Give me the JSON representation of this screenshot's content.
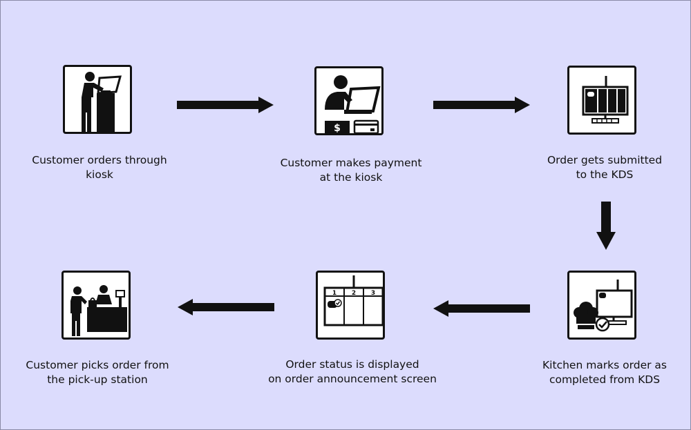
{
  "colors": {
    "background": "#dcdcfd",
    "ink": "#111111",
    "box_fill": "#ffffff"
  },
  "steps": [
    {
      "icon": "kiosk-user-icon",
      "caption": [
        "Customer orders through",
        "kiosk"
      ]
    },
    {
      "icon": "payment-icon",
      "caption": [
        "Customer makes payment",
        "at the kiosk"
      ]
    },
    {
      "icon": "kds-screen-icon",
      "caption": [
        "Order gets submitted",
        "to the KDS"
      ]
    },
    {
      "icon": "kitchen-complete-icon",
      "caption": [
        "Kitchen marks order as",
        "completed from KDS"
      ]
    },
    {
      "icon": "announcement-screen-icon",
      "caption": [
        "Order status is displayed",
        "on order announcement screen"
      ],
      "columns": [
        "1",
        "2",
        "3"
      ]
    },
    {
      "icon": "pickup-station-icon",
      "caption": [
        "Customer picks order from",
        "the pick-up station"
      ]
    }
  ]
}
